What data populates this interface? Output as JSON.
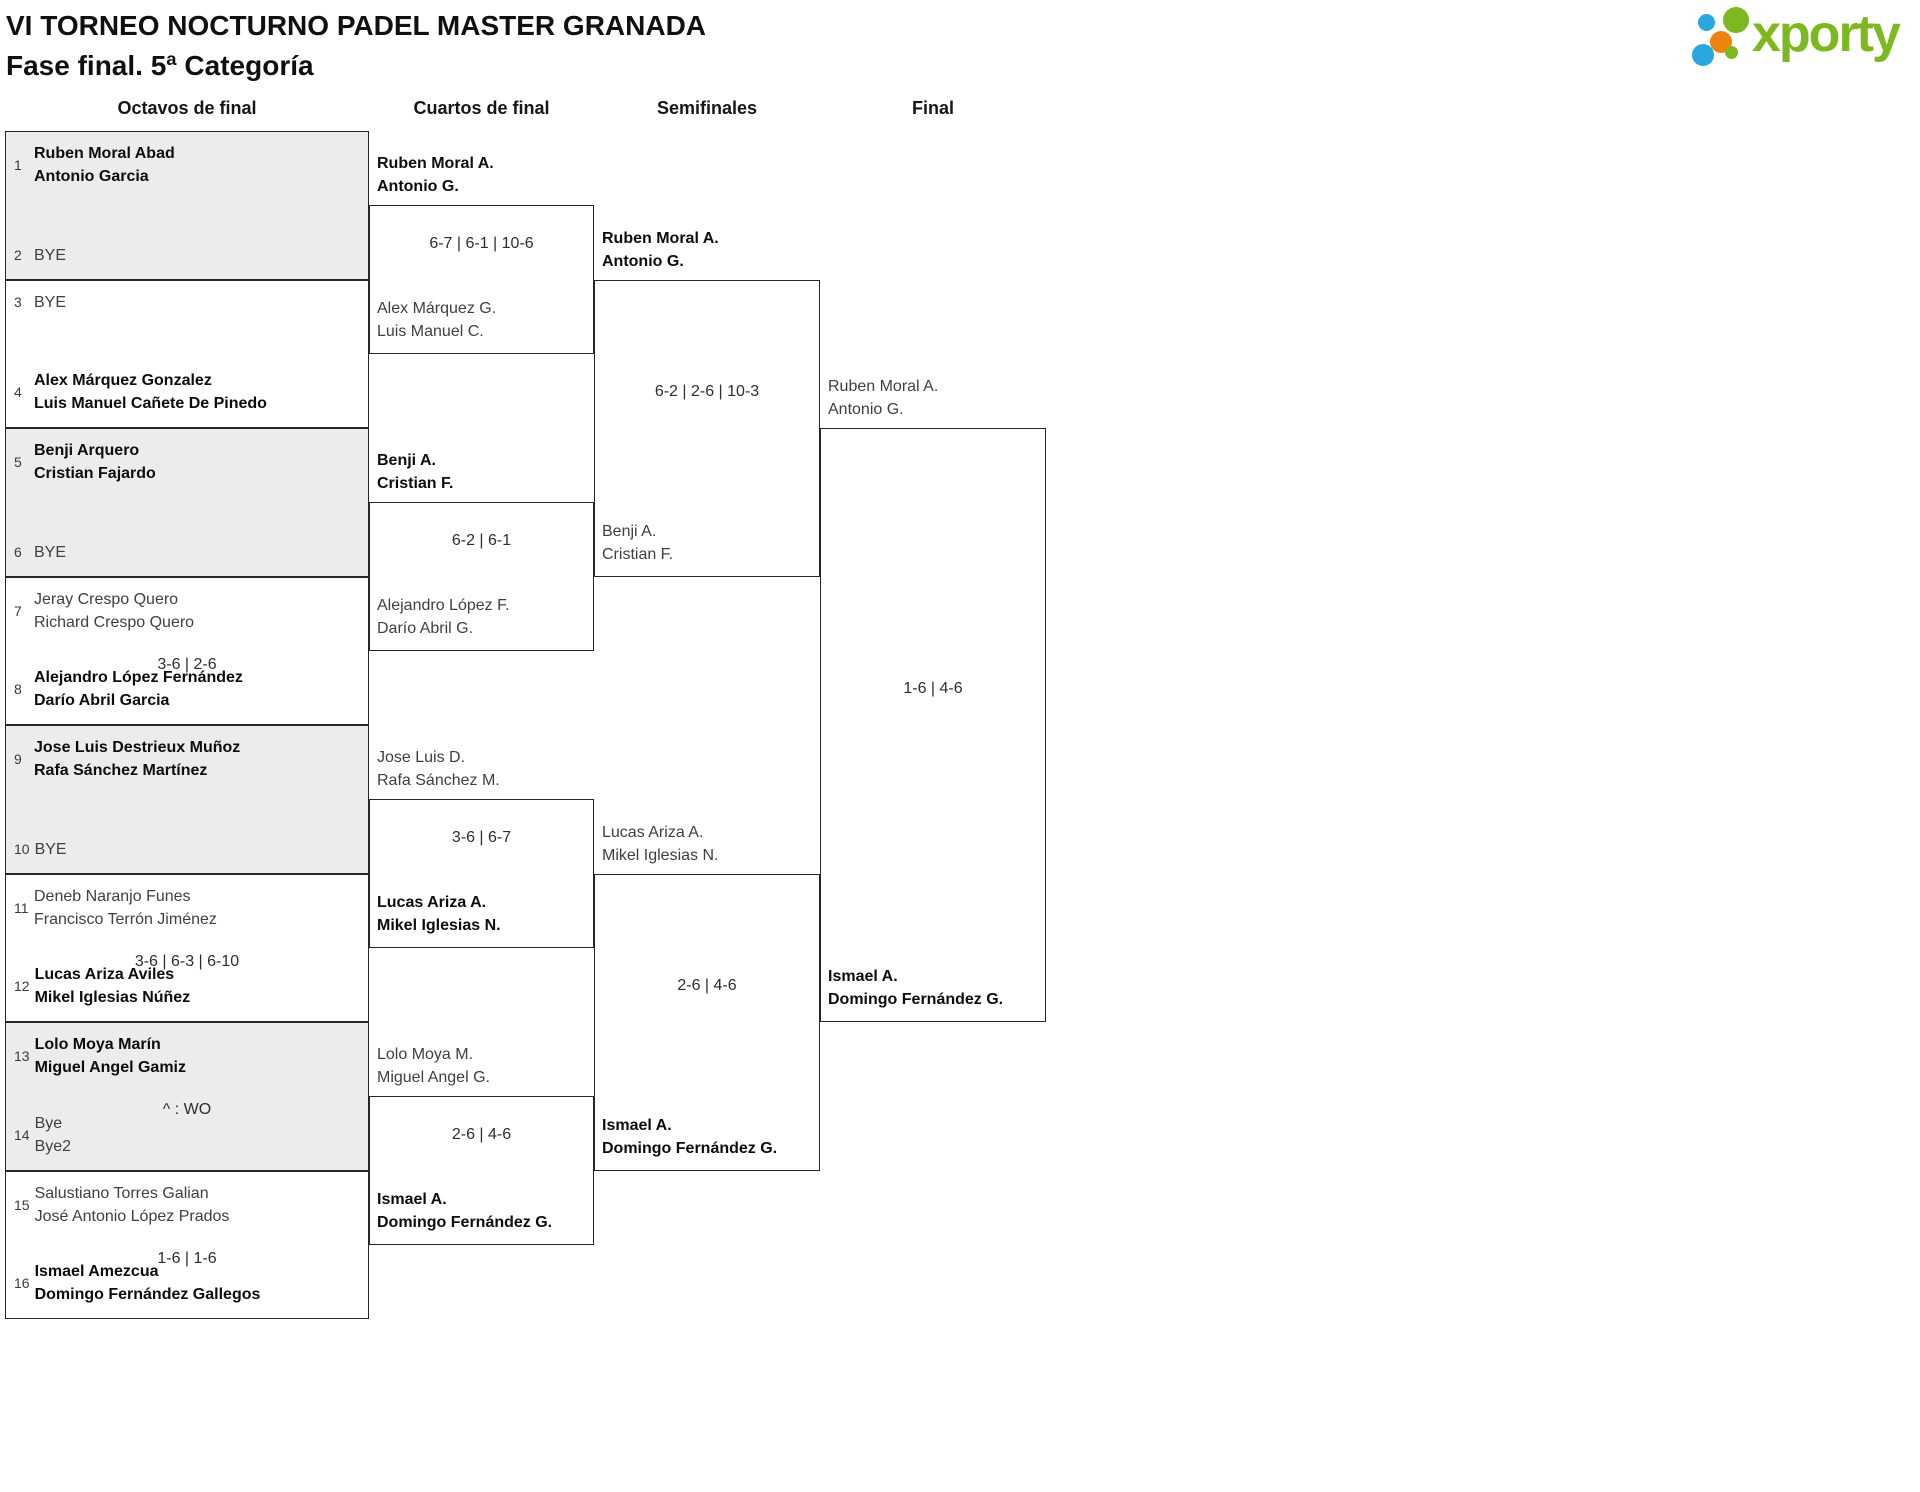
{
  "header": {
    "title_line1": "VI TORNEO NOCTURNO PADEL MASTER GRANADA",
    "title_line2": "Fase final. 5ª Categoría",
    "logo_text": "xporty"
  },
  "colors": {
    "logo_green": "#7db821",
    "logo_blue": "#29a8e0",
    "logo_orange": "#ee820e",
    "shaded_box": "#ececec",
    "border": "#262626"
  },
  "round_headers": [
    "Octavos de final",
    "Cuartos de final",
    "Semifinales",
    "Final"
  ],
  "rounds": {
    "octavos": [
      {
        "shaded": true,
        "score": "",
        "top": {
          "seed": "1",
          "lines": [
            "Ruben Moral Abad",
            "Antonio Garcia"
          ],
          "winner": true
        },
        "bottom": {
          "seed": "2",
          "lines": [
            "BYE"
          ],
          "winner": false
        }
      },
      {
        "shaded": false,
        "score": "",
        "top": {
          "seed": "3",
          "lines": [
            "BYE"
          ],
          "winner": false
        },
        "bottom": {
          "seed": "4",
          "lines": [
            "Alex Márquez Gonzalez",
            "Luis Manuel Cañete De Pinedo"
          ],
          "winner": true
        }
      },
      {
        "shaded": true,
        "score": "",
        "top": {
          "seed": "5",
          "lines": [
            "Benji Arquero",
            "Cristian Fajardo"
          ],
          "winner": true
        },
        "bottom": {
          "seed": "6",
          "lines": [
            "BYE"
          ],
          "winner": false
        }
      },
      {
        "shaded": false,
        "score": "3-6 | 2-6",
        "top": {
          "seed": "7",
          "lines": [
            "Jeray Crespo Quero",
            "Richard Crespo Quero"
          ],
          "winner": false
        },
        "bottom": {
          "seed": "8",
          "lines": [
            "Alejandro López Fernández",
            "Darío Abril Garcia"
          ],
          "winner": true
        }
      },
      {
        "shaded": true,
        "score": "",
        "top": {
          "seed": "9",
          "lines": [
            "Jose Luis Destrieux Muñoz",
            "Rafa Sánchez Martínez"
          ],
          "winner": true
        },
        "bottom": {
          "seed": "10",
          "lines": [
            "BYE"
          ],
          "winner": false
        }
      },
      {
        "shaded": false,
        "score": "3-6 | 6-3 | 6-10",
        "top": {
          "seed": "11",
          "lines": [
            "Deneb Naranjo Funes",
            "Francisco Terrón Jiménez"
          ],
          "winner": false
        },
        "bottom": {
          "seed": "12",
          "lines": [
            "Lucas Ariza Aviles",
            "Mikel Iglesias Núñez"
          ],
          "winner": true
        }
      },
      {
        "shaded": true,
        "score": "^ : WO",
        "top": {
          "seed": "13",
          "lines": [
            "Lolo Moya Marín",
            "Miguel Angel Gamiz"
          ],
          "winner": true
        },
        "bottom": {
          "seed": "14",
          "lines": [
            "Bye",
            "Bye2"
          ],
          "winner": false
        }
      },
      {
        "shaded": false,
        "score": "1-6 | 1-6",
        "top": {
          "seed": "15",
          "lines": [
            "Salustiano Torres Galian",
            "José Antonio López Prados"
          ],
          "winner": false
        },
        "bottom": {
          "seed": "16",
          "lines": [
            "Ismael Amezcua",
            "Domingo Fernández Gallegos"
          ],
          "winner": true
        }
      }
    ],
    "cuartos": [
      {
        "score": "6-7 | 6-1 | 10-6",
        "top": {
          "lines": [
            "Ruben Moral A.",
            "Antonio G."
          ],
          "winner": true
        },
        "bottom": {
          "lines": [
            "Alex Márquez G.",
            "Luis Manuel C."
          ],
          "winner": false
        }
      },
      {
        "score": "6-2 | 6-1",
        "top": {
          "lines": [
            "Benji A.",
            "Cristian F."
          ],
          "winner": true
        },
        "bottom": {
          "lines": [
            "Alejandro López F.",
            "Darío Abril G."
          ],
          "winner": false
        }
      },
      {
        "score": "3-6 | 6-7",
        "top": {
          "lines": [
            "Jose Luis D.",
            "Rafa Sánchez M."
          ],
          "winner": false
        },
        "bottom": {
          "lines": [
            "Lucas Ariza A.",
            "Mikel Iglesias N."
          ],
          "winner": true
        }
      },
      {
        "score": "2-6 | 4-6",
        "top": {
          "lines": [
            "Lolo Moya M.",
            "Miguel Angel G."
          ],
          "winner": false
        },
        "bottom": {
          "lines": [
            "Ismael A.",
            "Domingo Fernández G."
          ],
          "winner": true
        }
      }
    ],
    "semifinales": [
      {
        "score": "6-2 | 2-6 | 10-3",
        "top": {
          "lines": [
            "Ruben Moral A.",
            "Antonio G."
          ],
          "winner": true
        },
        "bottom": {
          "lines": [
            "Benji A.",
            "Cristian F."
          ],
          "winner": false
        }
      },
      {
        "score": "2-6 | 4-6",
        "top": {
          "lines": [
            "Lucas Ariza A.",
            "Mikel Iglesias N."
          ],
          "winner": false
        },
        "bottom": {
          "lines": [
            "Ismael A.",
            "Domingo Fernández G."
          ],
          "winner": true
        }
      }
    ],
    "final": [
      {
        "score": "1-6 | 4-6",
        "top": {
          "lines": [
            "Ruben Moral A.",
            "Antonio G."
          ],
          "winner": false
        },
        "bottom": {
          "lines": [
            "Ismael A.",
            "Domingo Fernández G."
          ],
          "winner": true
        }
      }
    ]
  }
}
